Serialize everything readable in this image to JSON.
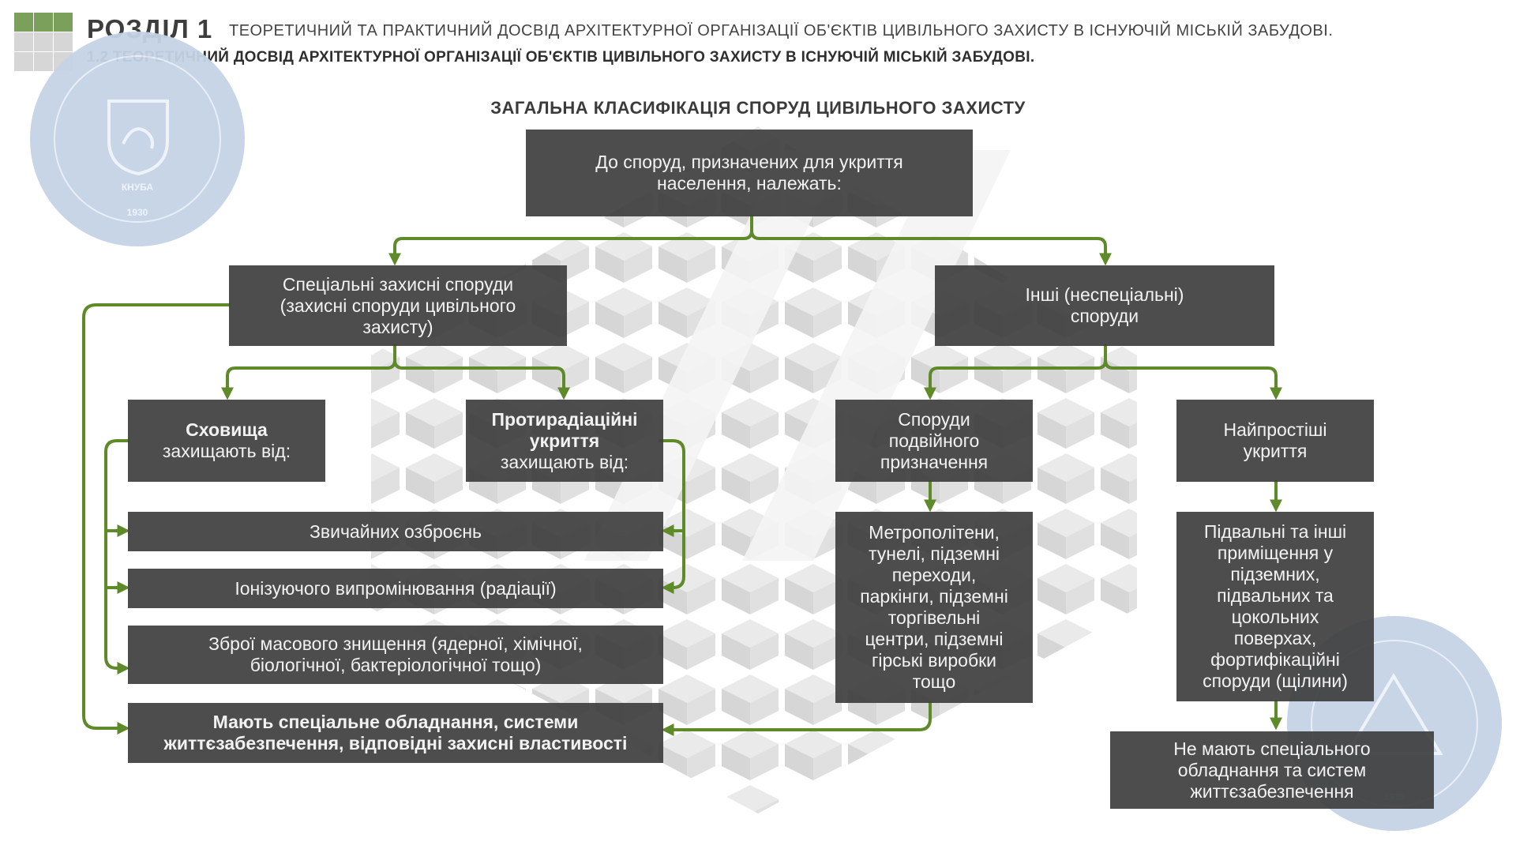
{
  "header": {
    "section_label": "РОЗДІЛ 1",
    "section_title": "ТЕОРЕТИЧНИЙ ТА ПРАКТИЧНИЙ ДОСВІД АРХІТЕКТУРНОЇ ОРГАНІЗАЦІЇ ОБ'ЄКТІВ ЦИВІЛЬНОГО ЗАХИСТУ В ІСНУЮЧІЙ МІСЬКІЙ ЗАБУДОВІ.",
    "subheading": "1.2 ТЕОРЕТИЧНИЙ ДОСВІД АРХІТЕКТУРНОЇ ОРГАНІЗАЦІЇ ОБ'ЄКТІВ ЦИВІЛЬНОГО ЗАХИСТУ В ІСНУЮЧІЙ МІСЬКІЙ ЗАБУДОВІ."
  },
  "diagram": {
    "title": "ЗАГАЛЬНА КЛАСИФІКАЦІЯ СПОРУД ЦИВІЛЬНОГО ЗАХИСТУ",
    "root": {
      "line1": "До споруд, призначених для укриття",
      "line2": "населення, належать:"
    },
    "special": {
      "line1": "Спеціальні захисні споруди",
      "line2": "(захисні споруди цивільного",
      "line3": "захисту)"
    },
    "other": {
      "line1": "Інші (неспеціальні)",
      "line2": "споруди"
    },
    "shelters": {
      "title": "Сховища",
      "subtitle": "захищають від:"
    },
    "antirad": {
      "title1": "Протирадіаційні",
      "title2": "укриття",
      "subtitle": "захищають від:"
    },
    "dual": {
      "line1": "Споруди",
      "line2": "подвійного",
      "line3": "призначення"
    },
    "simple": {
      "line1": "Найпростіші",
      "line2": "укриття"
    },
    "conventional": "Звичайних озброєнь",
    "ionizing": "Іонізуючого випромінювання (радіації)",
    "wmd": {
      "line1": "Зброї масового знищення (ядерної, хімічної,",
      "line2": "біологічної, бактеріологічної тощо)"
    },
    "equipment": {
      "line1": "Мають спеціальне обладнання, системи",
      "line2": "життєзабезпечення, відповідні захисні властивості"
    },
    "dual_examples": {
      "line1": "Метрополітени,",
      "line2": "тунелі, підземні",
      "line3": "переходи,",
      "line4": "паркінги, підземні",
      "line5": "торгівельні",
      "line6": "центри, підземні",
      "line7": "гірські виробки",
      "line8": "тощо"
    },
    "simple_examples": {
      "line1": "Підвальні та інші",
      "line2": "приміщення у",
      "line3": "підземних,",
      "line4": "підвальних та",
      "line5": "цокольних",
      "line6": "поверхах,",
      "line7": "фортифікаційні",
      "line8": "споруди (щілини)"
    },
    "no_equipment": {
      "line1": "Не мають спеціального",
      "line2": "обладнання та систем",
      "line3": "життєзабезпечення"
    }
  },
  "seal": {
    "year": "1930",
    "abbr": "КНУБА"
  },
  "colors": {
    "accent_green": "#5e8a2a",
    "box_dark": "#404040",
    "seal_blue": "#c5d3e6"
  }
}
